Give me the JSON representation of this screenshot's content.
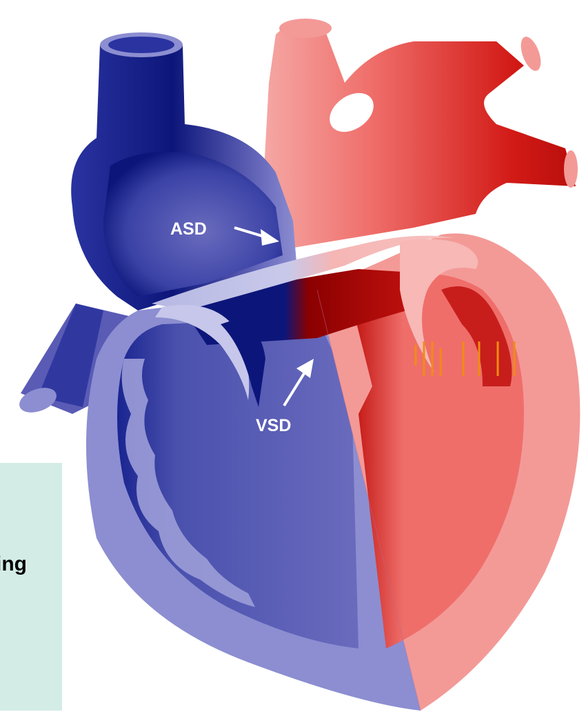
{
  "diagram": {
    "labels": {
      "asd": "ASD",
      "vsd": "VSD"
    },
    "colors": {
      "deoxygenated": "#6a6bbd",
      "deoxygenated_dark": "#0c167a",
      "deoxygenated_light": "#8c8ed1",
      "oxygenated": "#ef6e6a",
      "oxygenated_dark": "#c0110e",
      "oxygenated_light": "#f49a98",
      "arrow": "#ffffff",
      "flow_marks": "#f08c12"
    }
  },
  "caption": {
    "text": "ing",
    "background": "#d3ede6"
  }
}
